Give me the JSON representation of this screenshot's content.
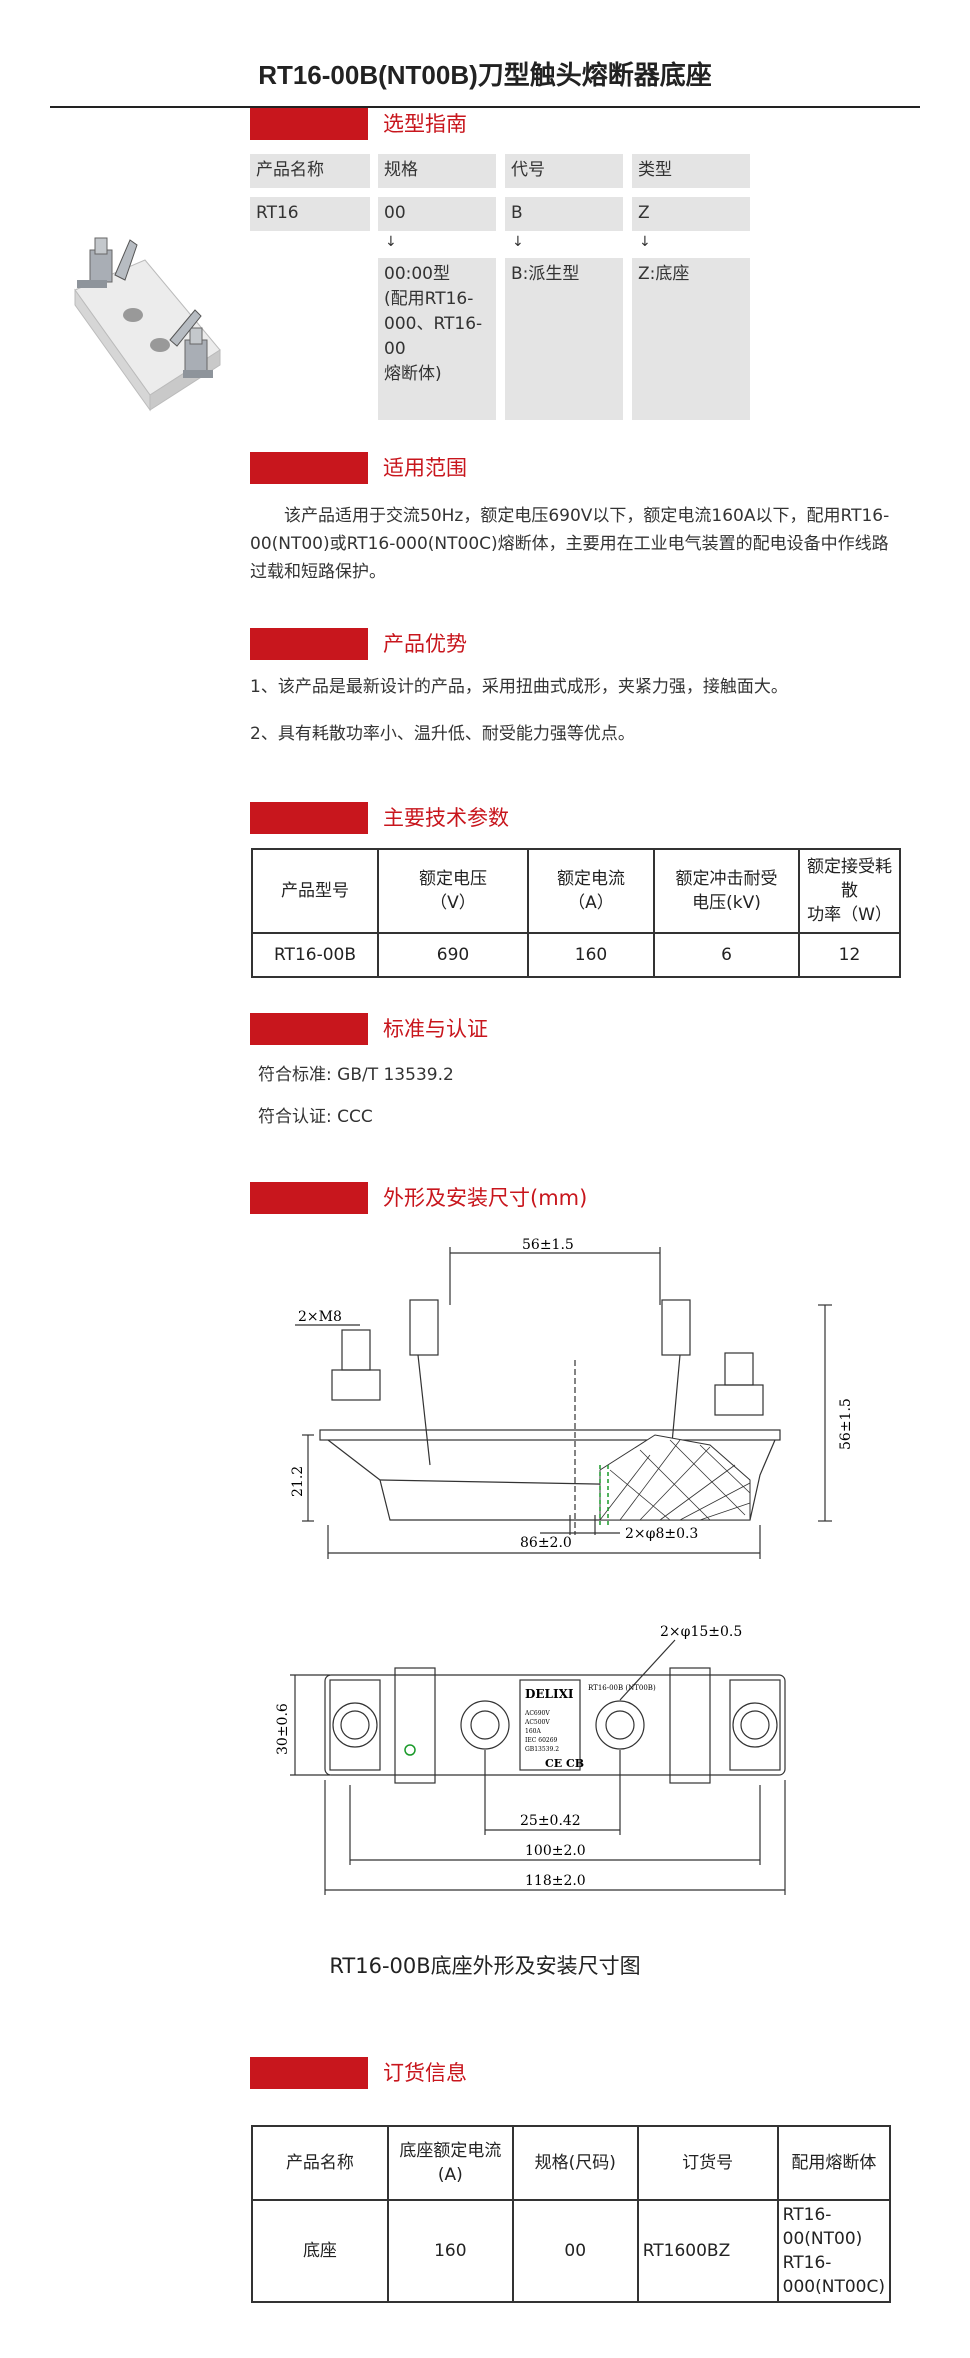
{
  "page_title": "RT16-00B(NT00B)刀型触头熔断器底座",
  "sections": {
    "selection": "选型指南",
    "scope": "适用范围",
    "advantages": "产品优势",
    "params": "主要技术参数",
    "standards": "标准与认证",
    "dimensions": "外形及安装尺寸(mm)",
    "order": "订货信息"
  },
  "selection": {
    "headers": [
      "产品名称",
      "规格",
      "代号",
      "类型"
    ],
    "values": [
      "RT16",
      "00",
      "B",
      "Z"
    ],
    "arrow": "↓",
    "desc": [
      "00:00型\n(配用RT16-\n000、RT16-00\n熔断体)",
      "B:派生型",
      "Z:底座"
    ]
  },
  "scope_text": "该产品适用于交流50Hz，额定电压690V以下，额定电流160A以下，配用RT16-00(NT00)或RT16-000(NT00C)熔断体，主要用在工业电气装置的配电设备中作线路过载和短路保护。",
  "advantages": [
    "1、该产品是最新设计的产品，采用扭曲式成形，夹紧力强，接触面大。",
    "2、具有耗散功率小、温升低、耐受能力强等优点。"
  ],
  "params": {
    "headers": [
      "产品型号",
      "额定电压\n（V）",
      "额定电流\n（A）",
      "额定冲击耐受\n电压(kV)",
      "额定接受耗散\n功率（W）"
    ],
    "row": [
      "RT16-00B",
      "690",
      "160",
      "6",
      "12"
    ]
  },
  "standards": {
    "standard_label": "符合标准:",
    "standard_value": "GB/T 13539.2",
    "cert_label": "符合认证:",
    "cert_value": "CCC"
  },
  "drawing": {
    "dim_56": "56±1.5",
    "dim_2xm8": "2×M8",
    "dim_56v": "56±1.5",
    "dim_21": "21.2",
    "dim_2xphi8": "2×φ8±0.3",
    "dim_86": "86±2.0",
    "dim_2xphi15": "2×φ15±0.5",
    "dim_30": "30±0.6",
    "dim_25": "25±0.42",
    "dim_100": "100±2.0",
    "dim_118": "118±2.0",
    "brand": "DELIXI",
    "plate_model": "RT16-00B (NT00B)",
    "plate_lines": [
      "AC690V",
      "AC500V",
      "160A",
      "IEC 60269",
      "GB13539.2"
    ],
    "marks": "CE CB"
  },
  "caption": "RT16-00B底座外形及安装尺寸图",
  "order": {
    "headers": [
      "产品名称",
      "底座额定电流\n(A)",
      "规格(尺码)",
      "订货号",
      "配用熔断体"
    ],
    "row": [
      "底座",
      "160",
      "00",
      "RT1600BZ",
      "RT16-00(NT00)\nRT16-\n000(NT00C)"
    ]
  }
}
